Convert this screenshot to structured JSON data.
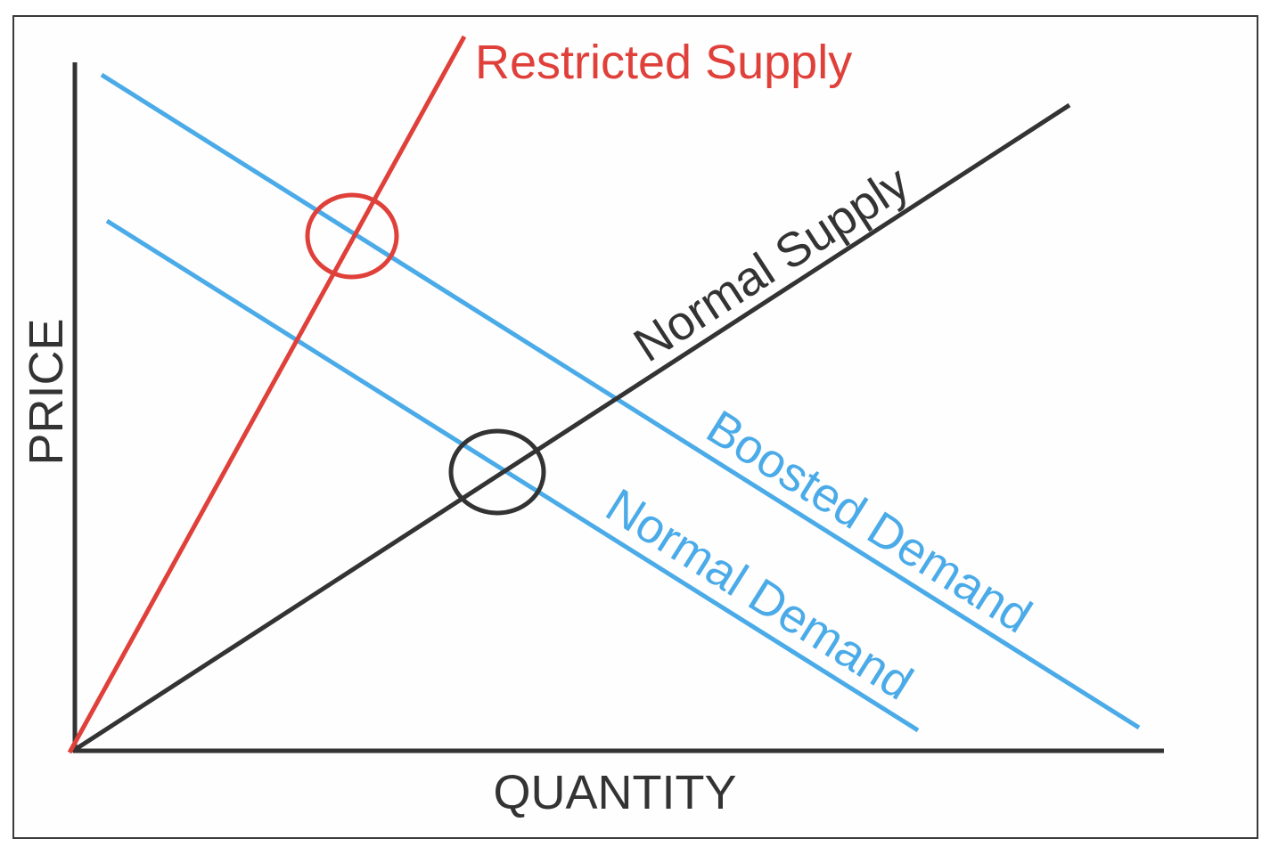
{
  "diagram": {
    "title": "Supply and Demand",
    "axes": {
      "x_label": "QUANTITY",
      "y_label": "PRICE"
    },
    "curves": [
      {
        "id": "restricted-supply",
        "label": "Restricted Supply",
        "type": "supply",
        "color": "#e0403a"
      },
      {
        "id": "normal-supply",
        "label": "Normal Supply",
        "type": "supply",
        "color": "#333333"
      },
      {
        "id": "boosted-demand",
        "label": "Boosted Demand",
        "type": "demand",
        "color": "#4aabe8"
      },
      {
        "id": "normal-demand",
        "label": "Normal Demand",
        "type": "demand",
        "color": "#4aabe8"
      }
    ],
    "equilibria": [
      {
        "id": "restricted-equilibrium",
        "between": [
          "restricted-supply",
          "boosted-demand"
        ],
        "color": "#e0403a"
      },
      {
        "id": "normal-equilibrium",
        "between": [
          "normal-supply",
          "normal-demand"
        ],
        "color": "#333333"
      }
    ]
  }
}
